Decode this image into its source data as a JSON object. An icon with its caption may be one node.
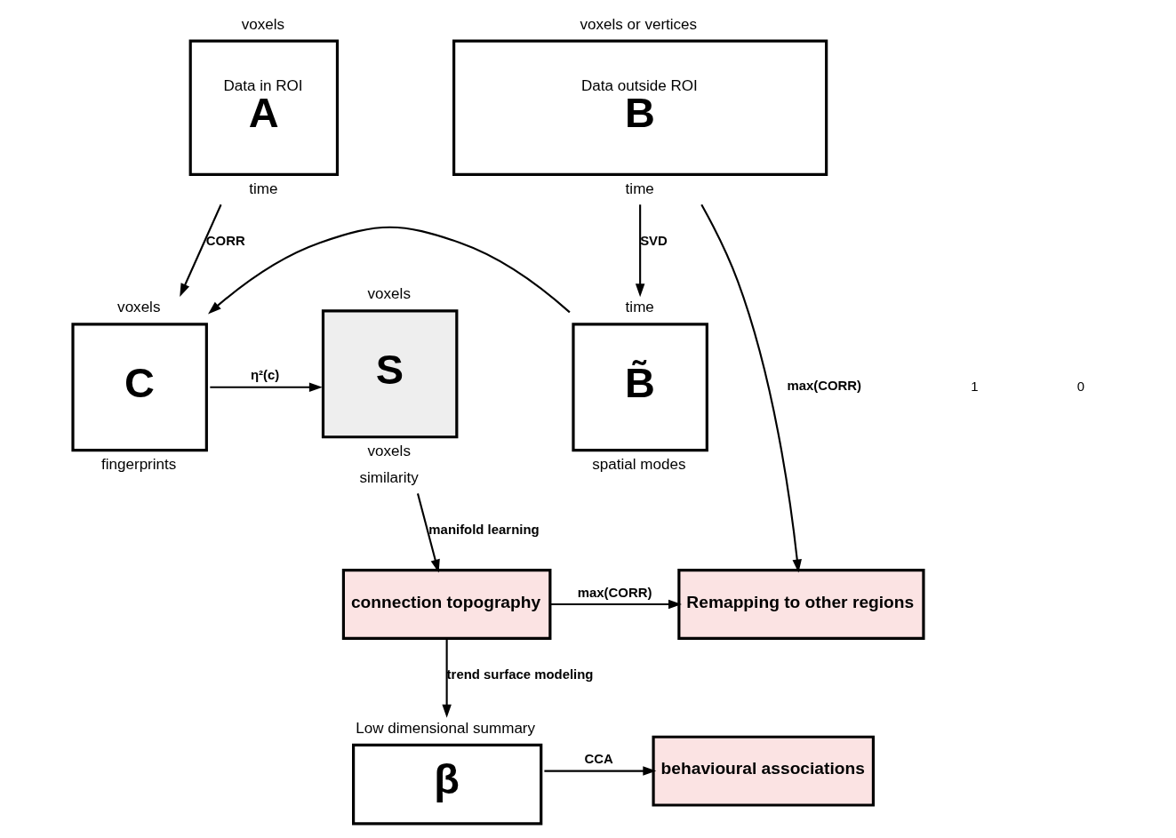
{
  "diagram": {
    "nodes": [
      {
        "text": [
          "Data in ROI",
          "A"
        ],
        "beside": [
          "voxels",
          "time"
        ]
      },
      {
        "text": [
          "Data outside ROI",
          "B"
        ],
        "beside": [
          "voxels or vertices",
          "time"
        ]
      },
      {
        "text": [
          "C"
        ],
        "beside": [
          "voxels",
          "fingerprints"
        ]
      },
      {
        "text": [
          "S"
        ],
        "beside": [
          "voxels",
          "voxels",
          "similarity"
        ]
      },
      {
        "text": [
          "B̃"
        ],
        "beside": [
          "time",
          "spatial modes"
        ]
      },
      {
        "text": [
          "connection topography"
        ]
      },
      {
        "text": [
          "β"
        ],
        "beside": [
          "Low dimensional summary"
        ]
      },
      {
        "text": [
          "Remapping to other regions"
        ]
      },
      {
        "text": [
          "behavioural associations"
        ]
      }
    ],
    "edges": [
      {
        "from": 0,
        "to": 2,
        "arrow": "to",
        "label": "CORR"
      },
      {
        "from": 1,
        "to": 4,
        "arrow": "to",
        "label": "SVD"
      },
      {
        "from": 4,
        "to": 2,
        "arrow": "to"
      },
      {
        "from": 2,
        "to": 3,
        "arrow": "to",
        "label": "η²(c)"
      },
      {
        "from": 3,
        "to": 5,
        "arrow": "to",
        "label": "manifold learning"
      },
      {
        "from": 1,
        "to": 7,
        "arrow": "to",
        "label": "max(CORR)"
      },
      {
        "from": 5,
        "to": 7,
        "arrow": "to",
        "label": "max(CORR)"
      },
      {
        "from": 5,
        "to": 6,
        "arrow": "to",
        "label": "trend surface modeling"
      },
      {
        "from": 6,
        "to": 8,
        "arrow": "to",
        "label": "CCA"
      }
    ],
    "labels": [
      "1",
      "0"
    ]
  }
}
